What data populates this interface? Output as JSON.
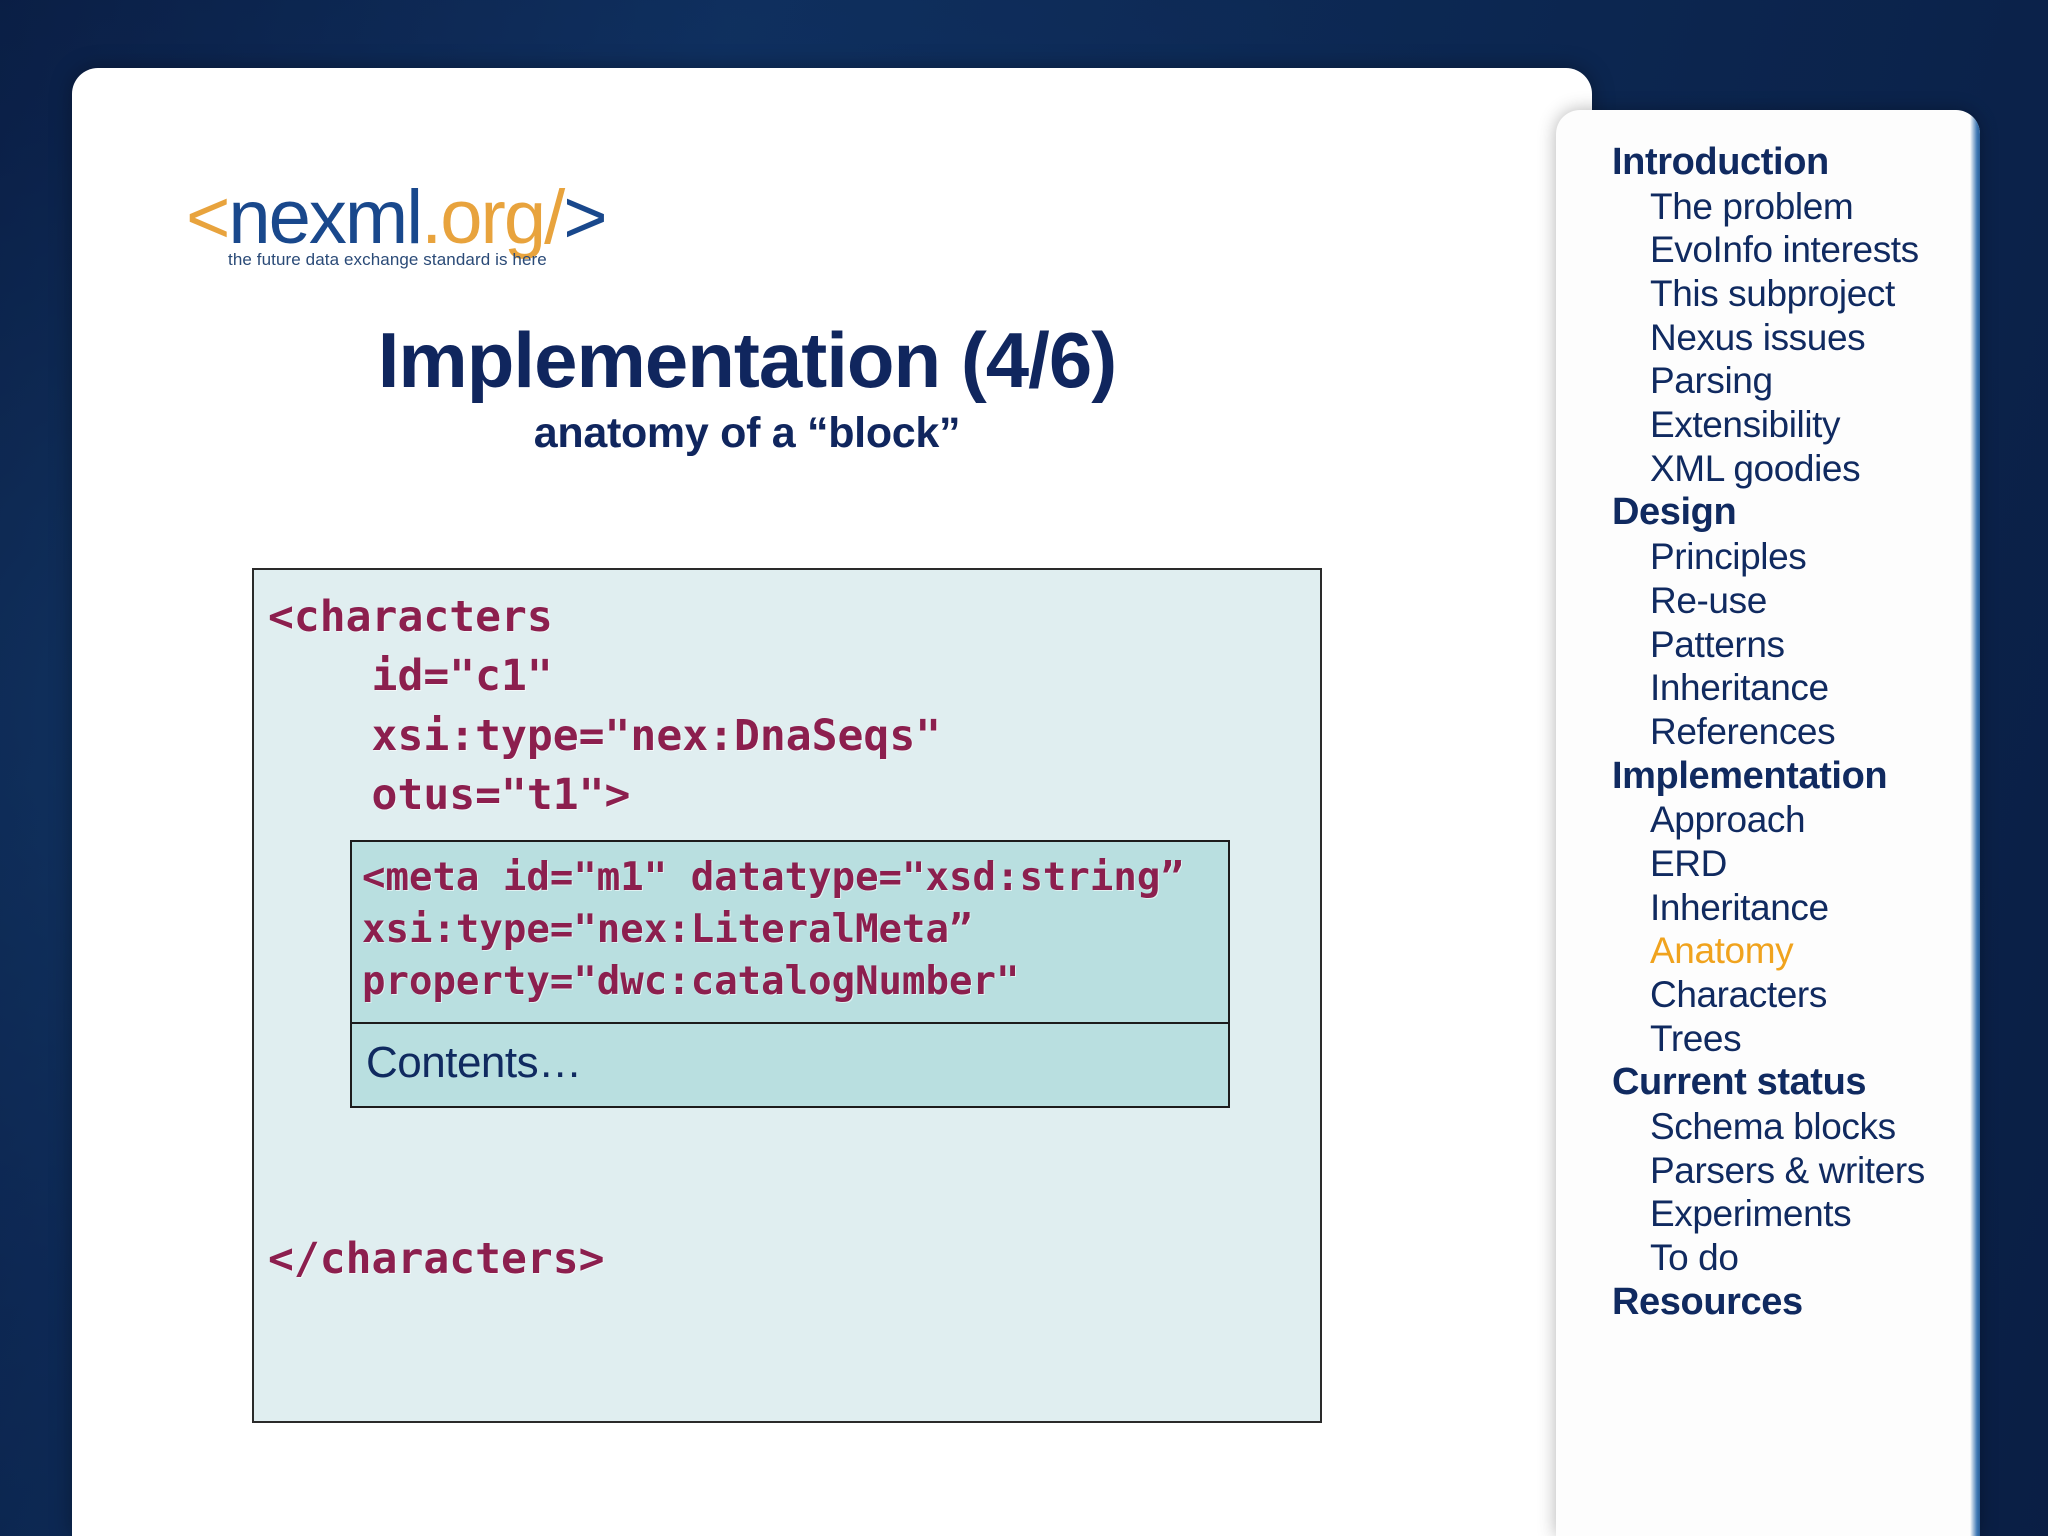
{
  "logo": {
    "angle_open": "<",
    "name": "nexml",
    "org": ".org",
    "slash": "/",
    "angle_close": ">",
    "tagline": "the future data exchange standard is here"
  },
  "title": {
    "main": "Implementation (4/6)",
    "subtitle": "anatomy of a “block”"
  },
  "code": {
    "outer_lines": [
      "<characters",
      "    id=\"c1\"",
      "    xsi:type=\"nex:DnaSeqs\"",
      "    otus=\"t1\">"
    ],
    "meta_lines": [
      "<meta id=\"m1\" datatype=\"xsd:string”",
      "",
      "xsi:type=\"nex:LiteralMeta”",
      "property=\"dwc:catalogNumber\""
    ],
    "contents_label": "Contents…",
    "closing_line": "</characters>"
  },
  "colors": {
    "background_navy": "#0d2a56",
    "panel_white": "#ffffff",
    "code_bg": "#e0eef0",
    "meta_bg": "#b9dfe0",
    "code_text": "#8c1f4e",
    "heading_navy": "#102a60",
    "accent_orange": "#f0a31e",
    "logo_blue": "#19488c",
    "logo_orange": "#e8a33d"
  },
  "sidebar": {
    "sections": [
      {
        "heading": "Introduction",
        "items": [
          {
            "label": "The problem",
            "active": false
          },
          {
            "label": "EvoInfo interests",
            "active": false
          },
          {
            "label": "This subproject",
            "active": false
          },
          {
            "label": "Nexus issues",
            "active": false
          },
          {
            "label": "Parsing",
            "active": false
          },
          {
            "label": "Extensibility",
            "active": false
          },
          {
            "label": "XML goodies",
            "active": false
          }
        ]
      },
      {
        "heading": "Design",
        "items": [
          {
            "label": "Principles",
            "active": false
          },
          {
            "label": "Re-use",
            "active": false
          },
          {
            "label": "Patterns",
            "active": false
          },
          {
            "label": "Inheritance",
            "active": false
          },
          {
            "label": "References",
            "active": false
          }
        ]
      },
      {
        "heading": "Implementation",
        "items": [
          {
            "label": "Approach",
            "active": false
          },
          {
            "label": "ERD",
            "active": false
          },
          {
            "label": "Inheritance",
            "active": false
          },
          {
            "label": "Anatomy",
            "active": true
          },
          {
            "label": "Characters",
            "active": false
          },
          {
            "label": "Trees",
            "active": false
          }
        ]
      },
      {
        "heading": "Current status",
        "items": [
          {
            "label": "Schema blocks",
            "active": false
          },
          {
            "label": "Parsers & writers",
            "active": false
          },
          {
            "label": "Experiments",
            "active": false
          },
          {
            "label": "To do",
            "active": false
          }
        ]
      },
      {
        "heading": "Resources",
        "items": []
      }
    ]
  }
}
